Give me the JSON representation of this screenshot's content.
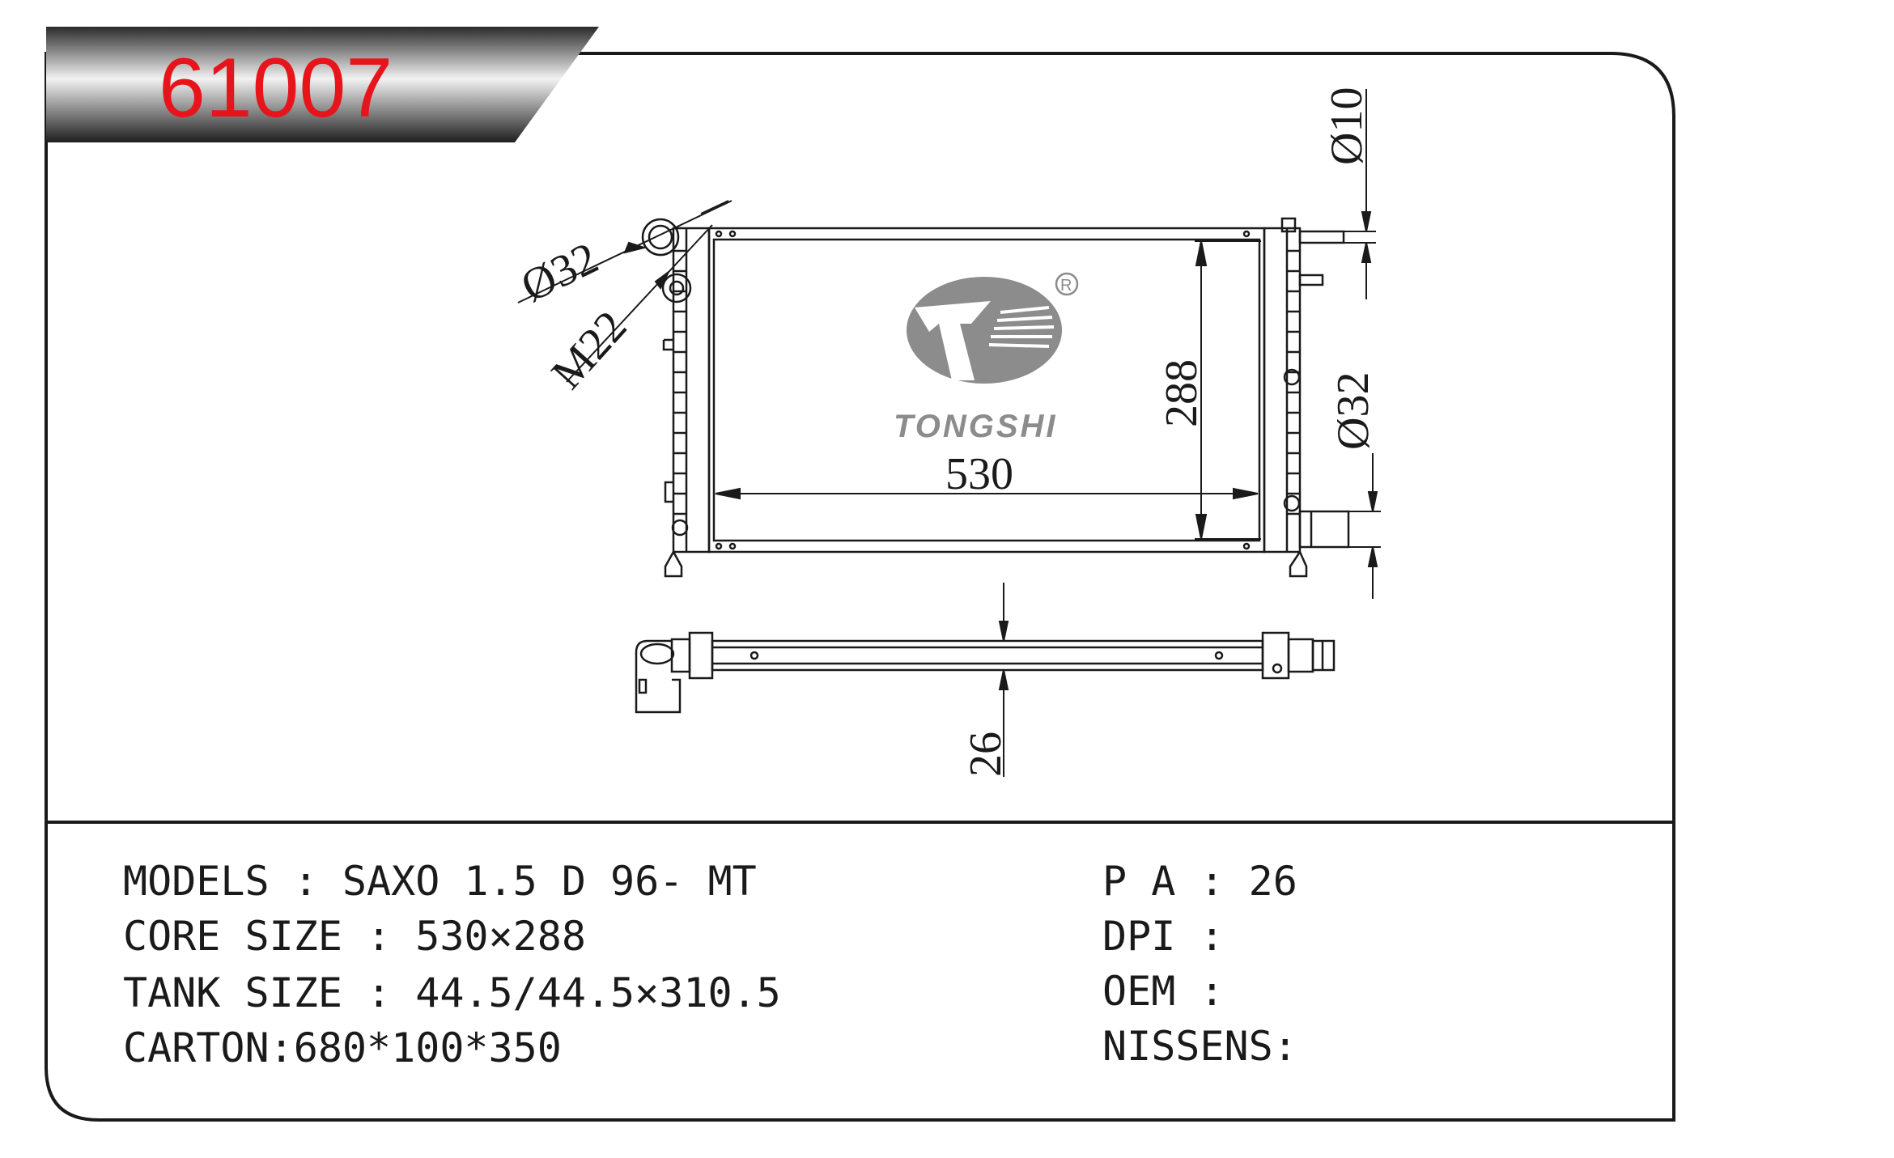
{
  "part_number": "61007",
  "brand": {
    "name": "TONGSHI",
    "registered_mark": "R",
    "logo_fill": "#8c8c8c"
  },
  "colors": {
    "accent": "#e8141b",
    "line": "#1a1a1a"
  },
  "dimensions": {
    "width": "530",
    "height": "288",
    "depth": "26",
    "inlet_dia": "Ø32",
    "outlet_dia": "Ø32",
    "small_pipe_dia": "Ø10",
    "drain_thread": "M22"
  },
  "specs": {
    "models": "MODELS : SAXO 1.5 D 96- MT",
    "core_size": "CORE SIZE : 530×288",
    "tank_size": "TANK SIZE : 44.5/44.5×310.5",
    "carton": "CARTON:680*100*350",
    "pa": "P A : 26",
    "dpi": "DPI :",
    "oem": "OEM :",
    "nissens": "NISSENS:"
  }
}
